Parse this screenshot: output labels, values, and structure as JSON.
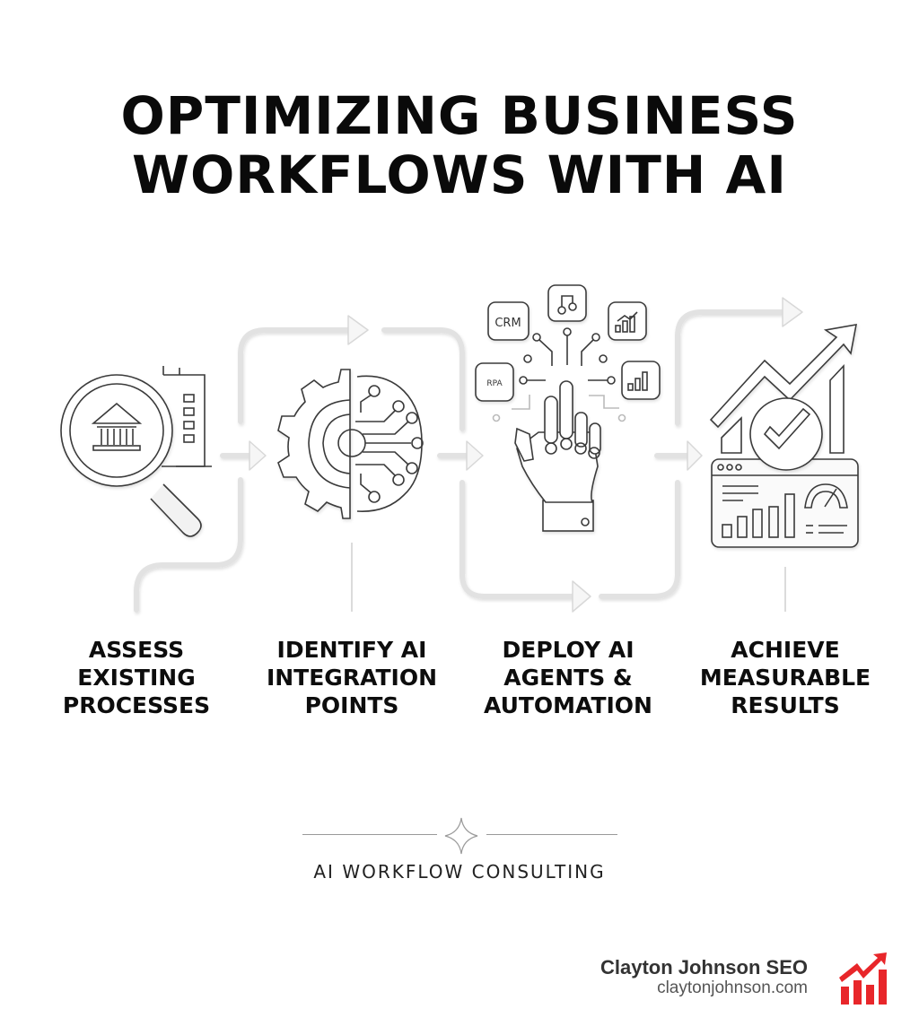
{
  "header": {
    "title_line1": "OPTIMIZING BUSINESS",
    "title_line2": "WORKFLOWS WITH AI"
  },
  "steps": [
    {
      "line1": "ASSESS",
      "line2": "EXISTING",
      "line3": "PROCESSES",
      "icon": "magnifier-bank-building-icon"
    },
    {
      "line1": "IDENTIFY AI",
      "line2": "INTEGRATION",
      "line3": "POINTS",
      "icon": "gear-circuit-brain-icon"
    },
    {
      "line1": "DEPLOY AI",
      "line2": "AGENTS &",
      "line3": "AUTOMATION",
      "icon": "robot-hand-integrations-icon"
    },
    {
      "line1": "ACHIEVE",
      "line2": "MEASURABLE",
      "line3": "RESULTS",
      "icon": "dashboard-growth-check-icon"
    }
  ],
  "integrations": {
    "crm": "CRM",
    "rpa": "RPA"
  },
  "footer": {
    "subtitle": "AI WORKFLOW CONSULTING",
    "brand_name": "Clayton Johnson SEO",
    "brand_url": "claytonjohnson.com",
    "brand_color": "#e8262a"
  }
}
